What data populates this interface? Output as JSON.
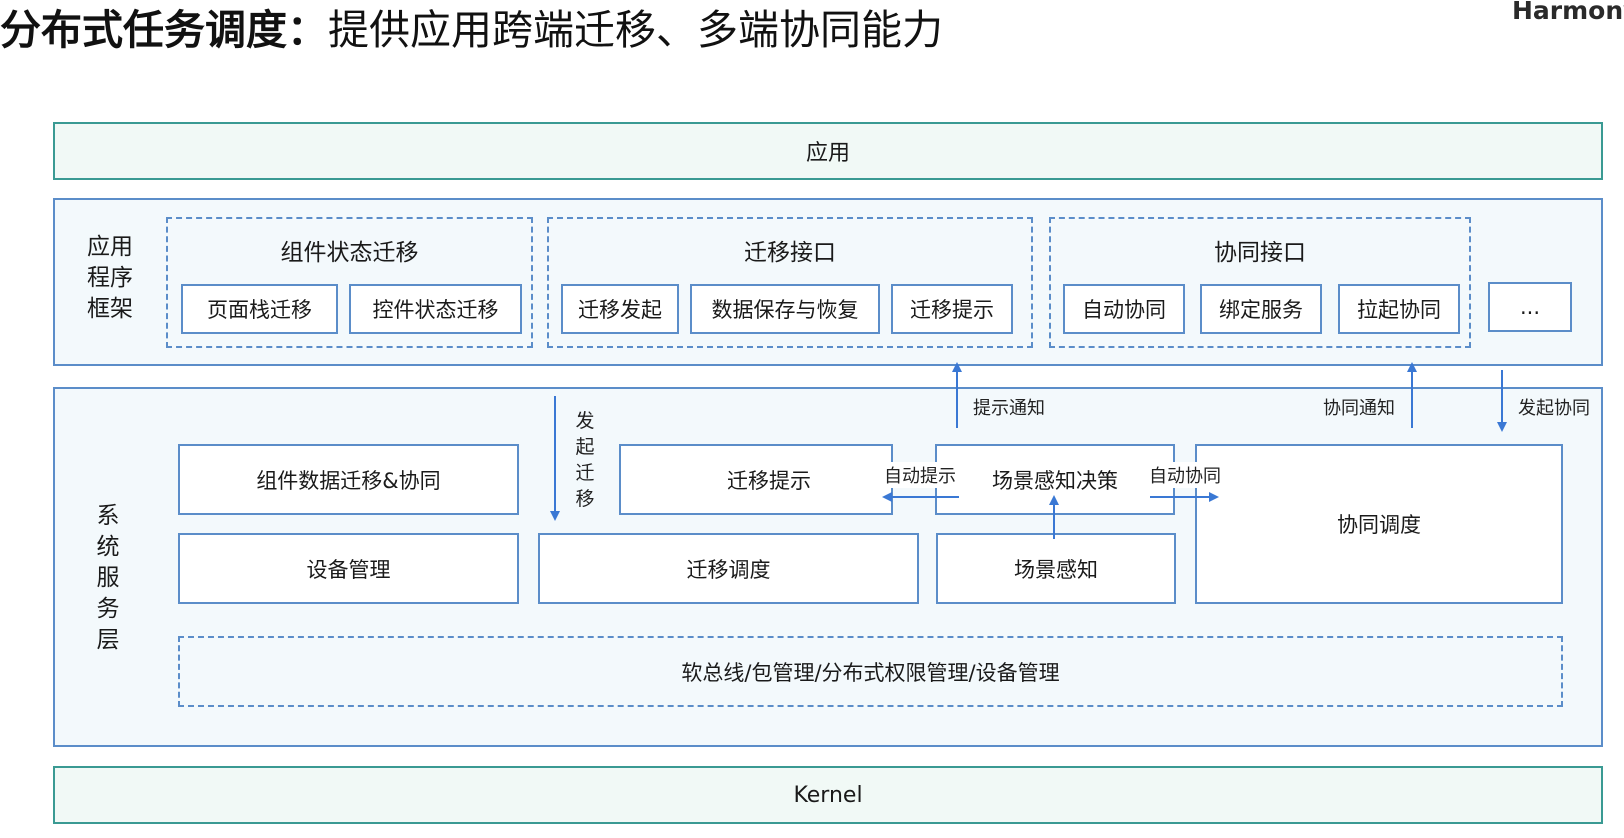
{
  "header": {
    "title_bold": "分布式任务调度：",
    "title_rest": "提供应用跨端迁移、多端协同能力",
    "brand": "Harmony"
  },
  "layers": {
    "app": "应用",
    "kernel": "Kernel",
    "framework_label": [
      "应用",
      "程序",
      "框架"
    ],
    "service_label": [
      "系",
      "统",
      "服",
      "务",
      "层"
    ]
  },
  "framework": {
    "component_state": {
      "title": "组件状态迁移",
      "items": [
        "页面栈迁移",
        "控件状态迁移"
      ]
    },
    "migration_api": {
      "title": "迁移接口",
      "items": [
        "迁移发起",
        "数据保存与恢复",
        "迁移提示"
      ]
    },
    "collab_api": {
      "title": "协同接口",
      "items": [
        "自动协同",
        "绑定服务",
        "拉起协同"
      ]
    },
    "more": "..."
  },
  "services": {
    "component_data": "组件数据迁移&协同",
    "device_mgmt": "设备管理",
    "migration_hint": "迁移提示",
    "migration_sched": "迁移调度",
    "scene_decision": "场景感知决策",
    "scene_sense": "场景感知",
    "collab_sched": "协同调度",
    "bus": "软总线/包管理/分布式权限管理/设备管理"
  },
  "arrows": {
    "start_migration": [
      "发",
      "起",
      "迁",
      "移"
    ],
    "hint_notify": "提示通知",
    "collab_notify": "协同通知",
    "start_collab": "发起协同",
    "auto_hint": "自动提示",
    "auto_collab": "自动协同"
  },
  "colors": {
    "band_border": "#3a9a93",
    "band_fill": "#f1f9f6",
    "box_border": "#5b8dc9",
    "layer_fill": "#f3f9fc",
    "arrow": "#3a78d4"
  }
}
